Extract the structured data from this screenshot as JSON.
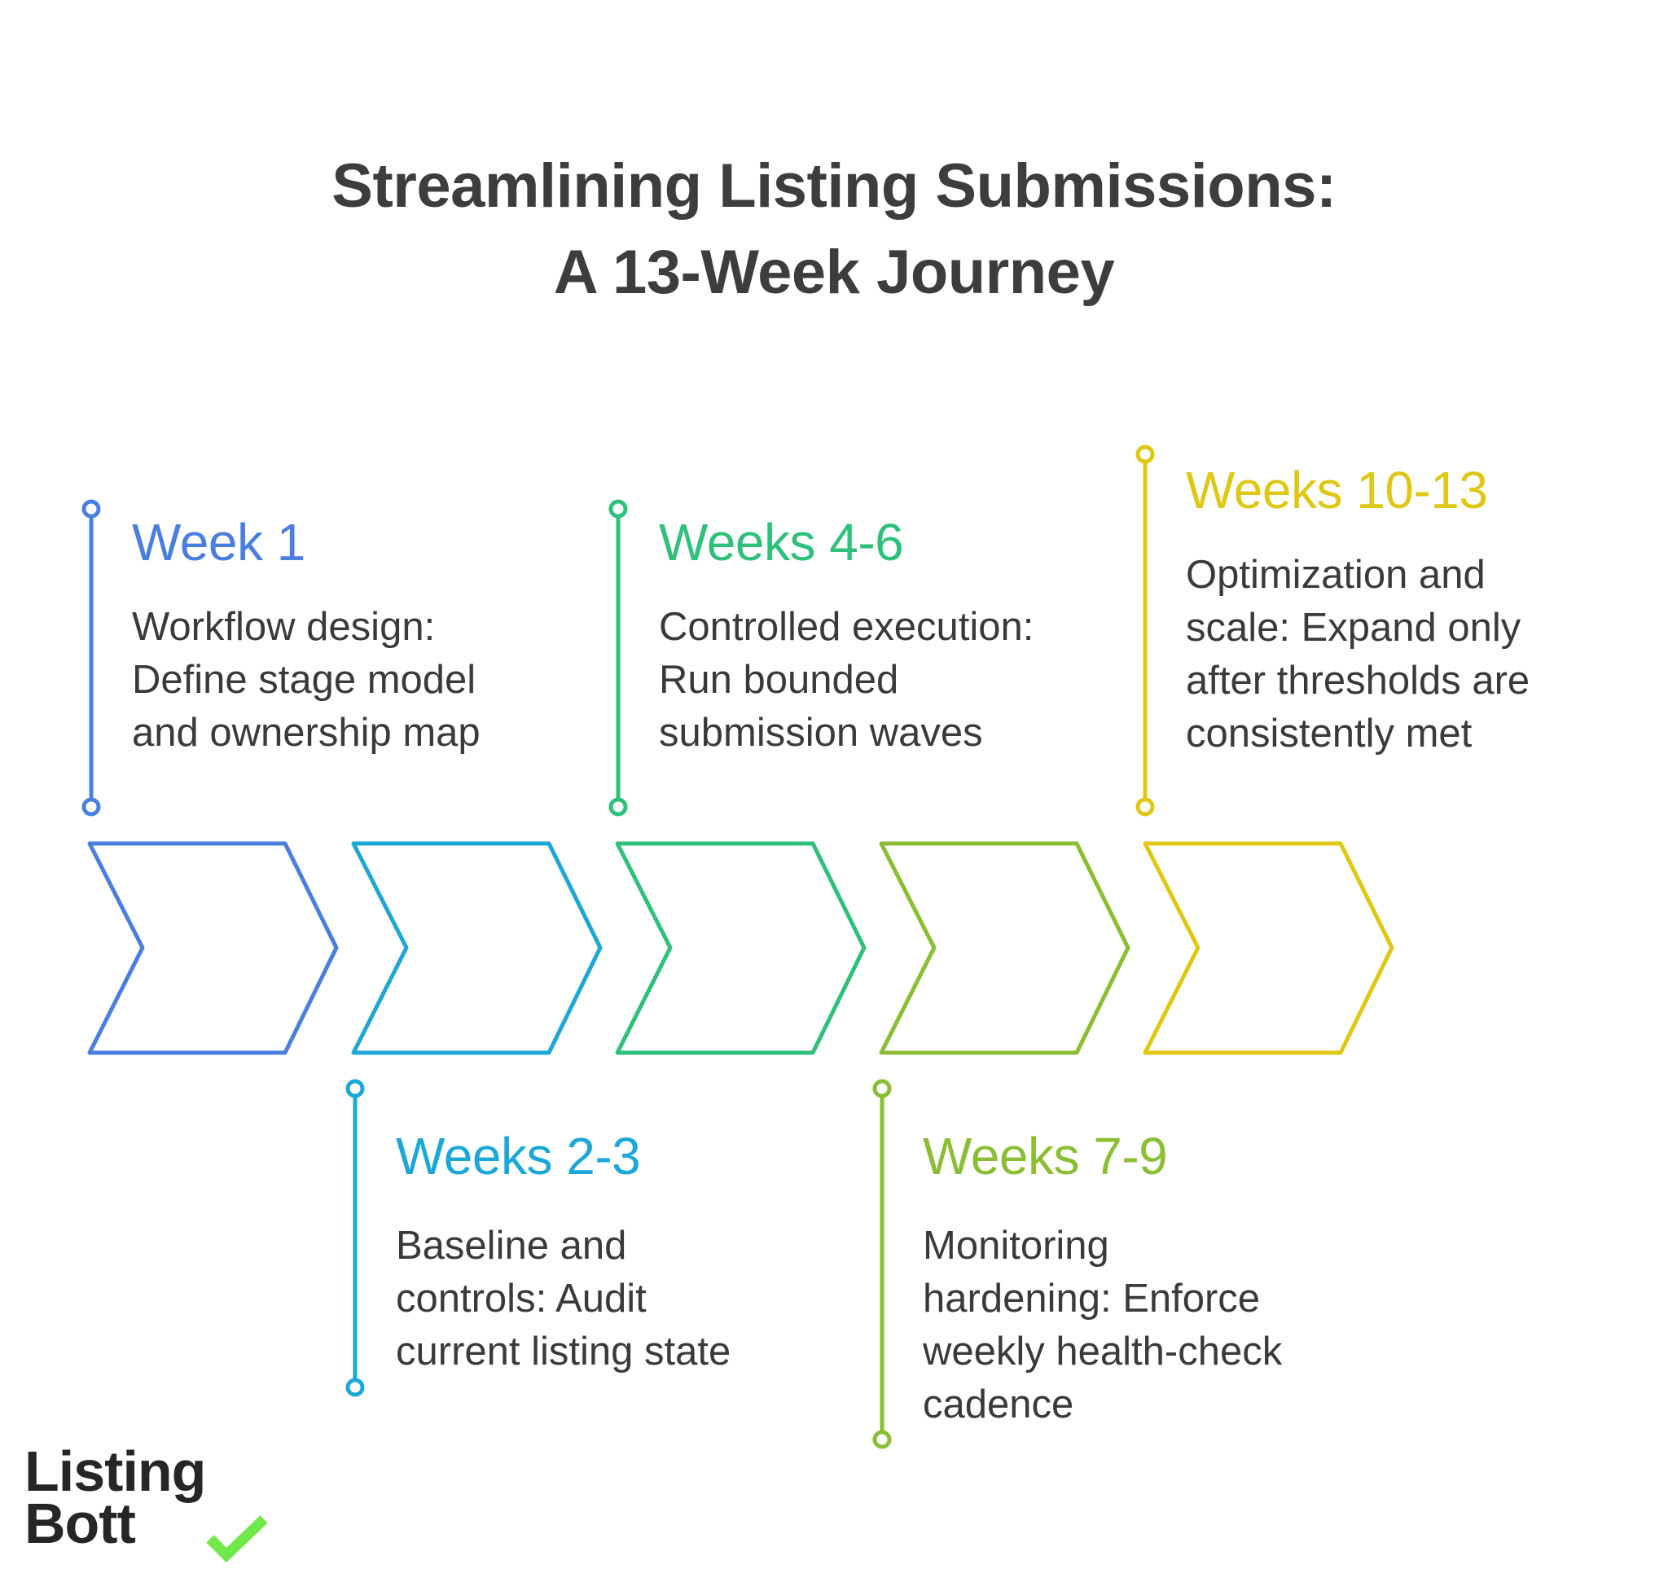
{
  "title": {
    "line1": "Streamlining Listing Submissions:",
    "line2": "A 13-Week Journey"
  },
  "colors": {
    "week1": "#4A7FE0",
    "weeks2_3": "#1BA8D8",
    "weeks4_6": "#2FC07A",
    "weeks7_9": "#8BBE34",
    "weeks10_13": "#E0C713",
    "text": "#3a3a3a",
    "logo_check": "#6FE84A"
  },
  "stages": [
    {
      "heading": "Week 1",
      "position": "top",
      "body": [
        "Workflow design:",
        "Define stage model",
        "and ownership map"
      ]
    },
    {
      "heading": "Weeks 2-3",
      "position": "bottom",
      "body": [
        "Baseline and",
        "controls: Audit",
        "current listing state"
      ]
    },
    {
      "heading": "Weeks 4-6",
      "position": "top",
      "body": [
        "Controlled execution:",
        "Run bounded",
        "submission waves"
      ]
    },
    {
      "heading": "Weeks 7-9",
      "position": "bottom",
      "body": [
        "Monitoring",
        "hardening: Enforce",
        "weekly health-check",
        "cadence"
      ]
    },
    {
      "heading": "Weeks 10-13",
      "position": "top",
      "body": [
        "Optimization and",
        "scale: Expand only",
        "after thresholds are",
        "consistently met"
      ]
    }
  ],
  "logo": {
    "line1": "Listing",
    "line2": "Bott",
    "icon": "checkmark-icon"
  }
}
